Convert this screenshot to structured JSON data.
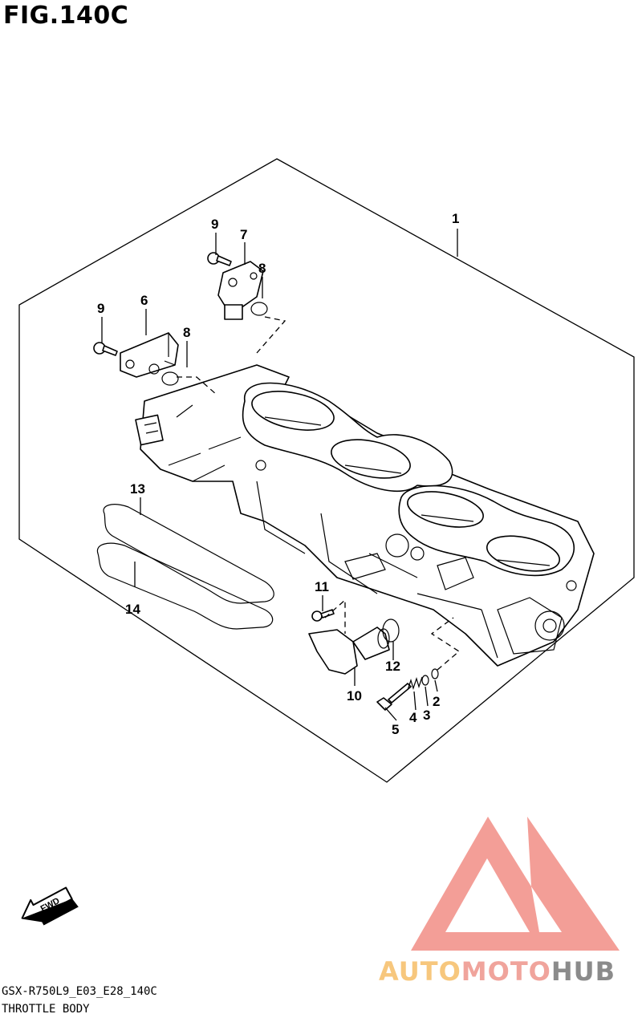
{
  "figure_title": "FIG.140C",
  "callouts": [
    "1",
    "2",
    "3",
    "4",
    "5",
    "6",
    "7",
    "8",
    "8",
    "9",
    "9",
    "10",
    "11",
    "12",
    "13",
    "14"
  ],
  "fwd_label": "FWD",
  "footer": {
    "code": "GSX-R750L9_E03_E28_140C",
    "caption": "THROTTLE BODY"
  },
  "watermark": {
    "part1": "AUTO",
    "part2": "MOTO",
    "part3": "HUB",
    "colors": {
      "logo": "#f28e85",
      "auto": "#f7c77d",
      "moto": "#f0a49c",
      "hub": "#8b8b8b"
    }
  }
}
